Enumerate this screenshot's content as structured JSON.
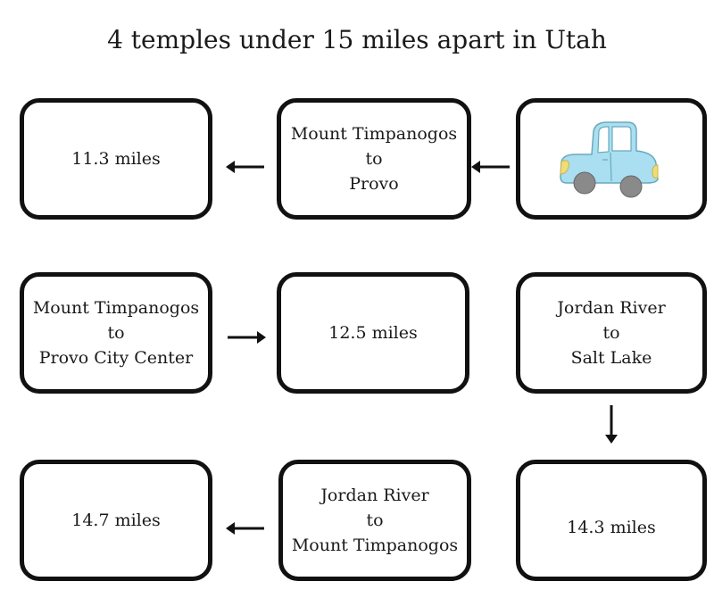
{
  "title": "4 temples under 15 miles apart in Utah",
  "boxes": {
    "r1c1": "11.3 miles",
    "r1c2": [
      "Mount Timpanogos",
      "to",
      "Provo"
    ],
    "r1c3_icon": "car-icon",
    "r2c1": [
      "Mount Timpanogos",
      "to",
      "Provo City Center"
    ],
    "r2c2": "12.5 miles",
    "r2c3": [
      "Jordan River",
      "to",
      "Salt Lake"
    ],
    "r3c1": "14.7 miles",
    "r3c2": [
      "Jordan River",
      "to",
      "Mount Timpanogos"
    ],
    "r3c3": "14.3 miles"
  },
  "colors": {
    "car_body": "#a9dff0",
    "car_light": "#f0dc78",
    "wheel": "#8a8a8a"
  }
}
